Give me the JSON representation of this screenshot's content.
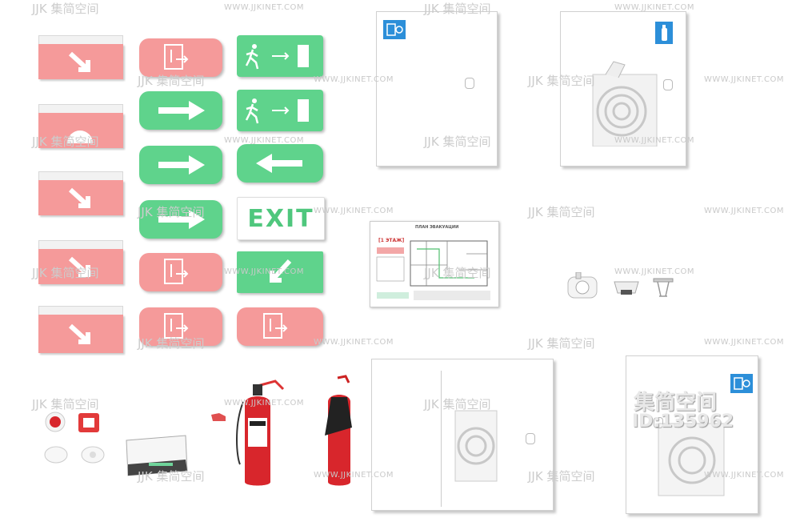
{
  "watermark": {
    "url": "WWW.JJKINET.COM",
    "logo": "JJK",
    "cn": "集简空间",
    "big_cn": "集简空间",
    "big_id": "ID:135962"
  },
  "sign": {
    "exit_text": "EXIT"
  },
  "plan": {
    "title": "ПЛАН ЭВАКУАЦИИ",
    "floor": "[1 ЭТАЖ]"
  },
  "colors": {
    "pink": "#f59a9a",
    "green": "#5fd38c",
    "red": "#d8262c",
    "blue": "#2c8fd9"
  }
}
